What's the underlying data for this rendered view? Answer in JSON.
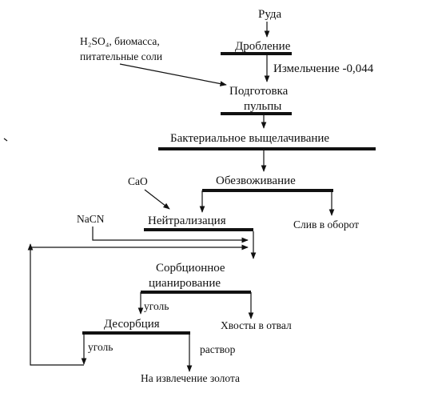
{
  "diagram": {
    "nodes": {
      "ore": "Руда",
      "crushing": "Дробление",
      "grinding": "Измельчение -0,044",
      "reagents_line1": "H₂SO₄, биомасса,",
      "reagents_line2": "питательные соли",
      "pulp_prep_line1": "Подготовка",
      "pulp_prep_line2": "пульпы",
      "bacterial_leaching": "Бактериальное выщелачивание",
      "dewatering": "Обезвоживание",
      "cao": "CaO",
      "neutralization": "Нейтрализация",
      "overflow_recycle": "Слив в оборот",
      "nacn": "NaCN",
      "sorption_line1": "Сорбционное",
      "sorption_line2": "цианирование",
      "coal_1": "уголь",
      "tailings": "Хвосты в отвал",
      "desorption": "Десорбция",
      "coal_2": "уголь",
      "solution": "раствор",
      "gold_recovery": "На извлечение золота"
    }
  }
}
